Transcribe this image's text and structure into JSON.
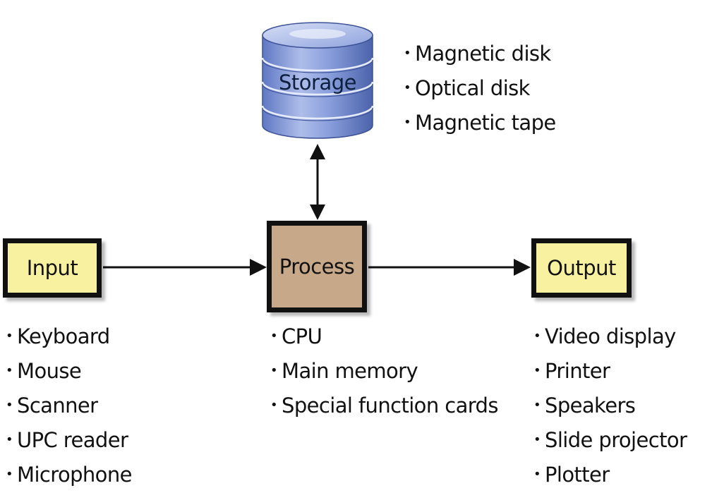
{
  "storage": {
    "label": "Storage",
    "items": [
      "Magnetic disk",
      "Optical disk",
      "Magnetic tape"
    ]
  },
  "input": {
    "label": "Input",
    "items": [
      "Keyboard",
      "Mouse",
      "Scanner",
      "UPC reader",
      "Microphone"
    ]
  },
  "process": {
    "label": "Process",
    "items": [
      "CPU",
      "Main memory",
      "Special function cards"
    ]
  },
  "output": {
    "label": "Output",
    "items": [
      "Video display",
      "Printer",
      "Speakers",
      "Slide projector",
      "Plotter"
    ]
  },
  "colors": {
    "box_fill": "#f7f1a0",
    "process_fill": "#c7a98a",
    "storage_fill": "#7f95d8",
    "border": "#111111"
  }
}
